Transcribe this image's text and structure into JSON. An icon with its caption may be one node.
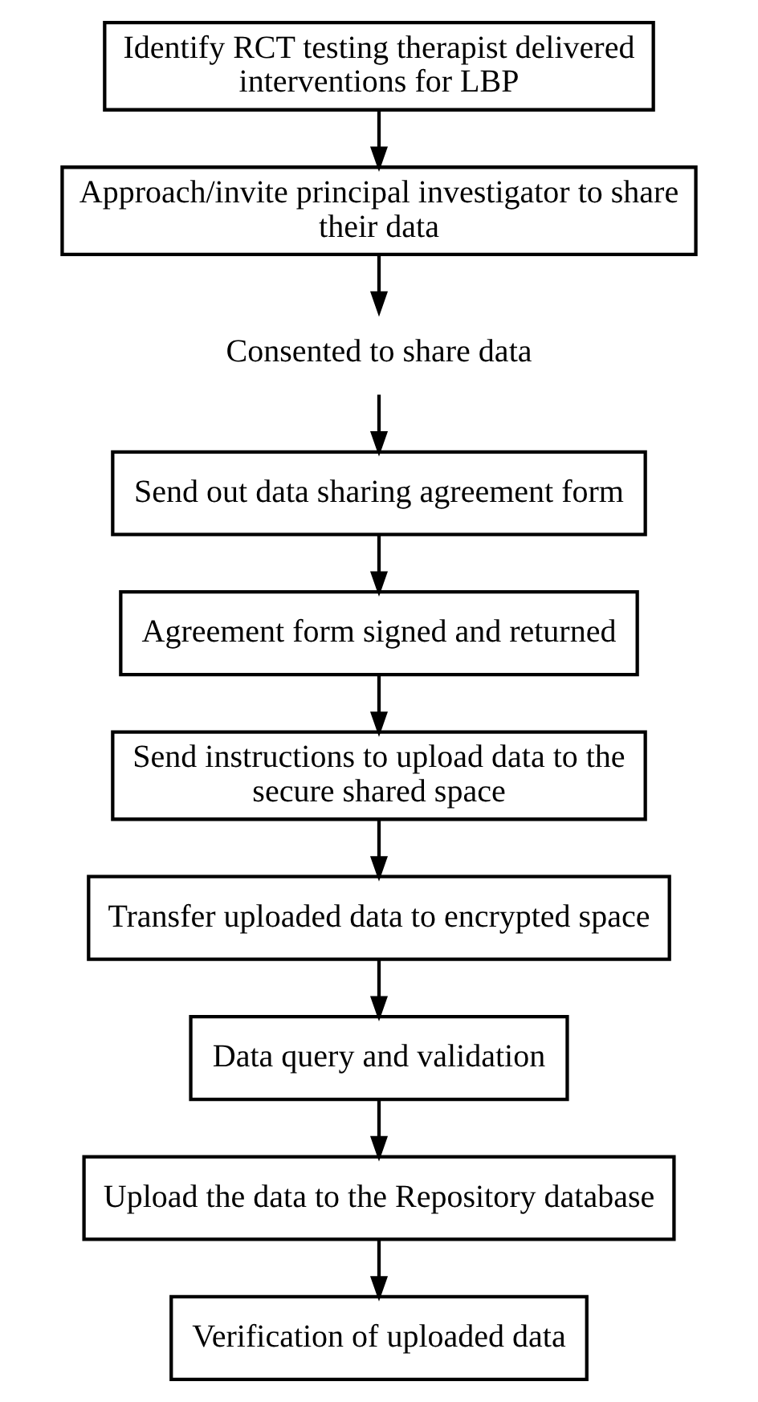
{
  "diagram": {
    "nodes": [
      {
        "text": [
          "Identify RCT testing therapist delivered interventions for LBP"
        ]
      },
      {
        "text": [
          "Approach/invite principal investigator to share their data"
        ]
      },
      {
        "text": [
          "Consented to share data"
        ]
      },
      {
        "text": [
          "Send out data sharing agreement form"
        ]
      },
      {
        "text": [
          "Agreement form signed and returned"
        ]
      },
      {
        "text": [
          "Send instructions to upload data to the secure shared space"
        ]
      },
      {
        "text": [
          "Transfer uploaded data to encrypted space"
        ]
      },
      {
        "text": [
          "Data query and validation"
        ]
      },
      {
        "text": [
          "Upload the data to the Repository database"
        ]
      },
      {
        "text": [
          "Verification of uploaded data"
        ]
      }
    ],
    "edges": [
      {
        "from": 0,
        "to": 1,
        "arrow": "to"
      },
      {
        "from": 1,
        "to": 2,
        "arrow": "to"
      },
      {
        "from": 2,
        "to": 3,
        "arrow": "to"
      },
      {
        "from": 3,
        "to": 4,
        "arrow": "to"
      },
      {
        "from": 4,
        "to": 5,
        "arrow": "to"
      },
      {
        "from": 5,
        "to": 6,
        "arrow": "to"
      },
      {
        "from": 6,
        "to": 7,
        "arrow": "to"
      },
      {
        "from": 7,
        "to": 8,
        "arrow": "to"
      },
      {
        "from": 8,
        "to": 9,
        "arrow": "to"
      }
    ]
  }
}
